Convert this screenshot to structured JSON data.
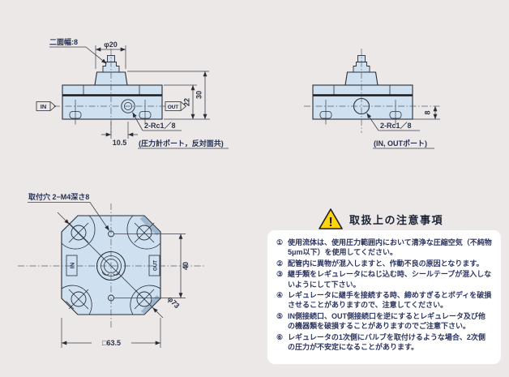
{
  "colors": {
    "page_bg": "#ece8e7",
    "body_fill": "#cfe1f0",
    "corner_shade": "#9db6cc",
    "line": "#2a2d36",
    "warning_yellow": "#ffd40a",
    "note_text": "#2c3560"
  },
  "front_view": {
    "label_flats": "二面幅:8",
    "dim_knob_dia": "φ20",
    "dim_body_height": "22",
    "dim_total_height": "30",
    "dim_port_offset": "10.5",
    "port_label": "2-Rc1／8",
    "port_note": "(圧力計ポート，反対面共)",
    "in_label": "IN",
    "out_label": "OUT"
  },
  "side_view": {
    "dim_port_height": "8",
    "port_label": "2-Rc1／8",
    "port_note": "(IN, OUTポート)"
  },
  "top_view": {
    "mount_label": "取付穴 2−M4深さ8",
    "dim_hole_pitch": "40",
    "dim_diagonal": "φ73",
    "dim_width": "□63.5",
    "in_label": "IN",
    "out_label": "OUT"
  },
  "notes": {
    "warning_mark": "!",
    "title": "取扱上の注意事項",
    "items": [
      {
        "num": "①",
        "text": "使用流体は、使用圧力範囲内において清浄な圧縮空気（不純物5μm以下）を使用してください。"
      },
      {
        "num": "②",
        "text": "配管内に異物が混入しますと、作動不良の原因となります。"
      },
      {
        "num": "③",
        "text": "継手類をレギュレータにねじ込む時、シールテープが混入しないようにして下さい。"
      },
      {
        "num": "④",
        "text": "レギュレータに継手を接続する時、締めすぎるとボディを破損させることがありますので、注意してください。"
      },
      {
        "num": "⑤",
        "text": "IN側接続口、OUT側接続口を逆にするとレギュレータ及び他の機器類を破損することがありますのでご注意下さい。"
      },
      {
        "num": "⑥",
        "text": "レギュレータの1次側にバルブを取付けるような場合、2次側の圧力が不安定になることがあります。"
      }
    ]
  }
}
